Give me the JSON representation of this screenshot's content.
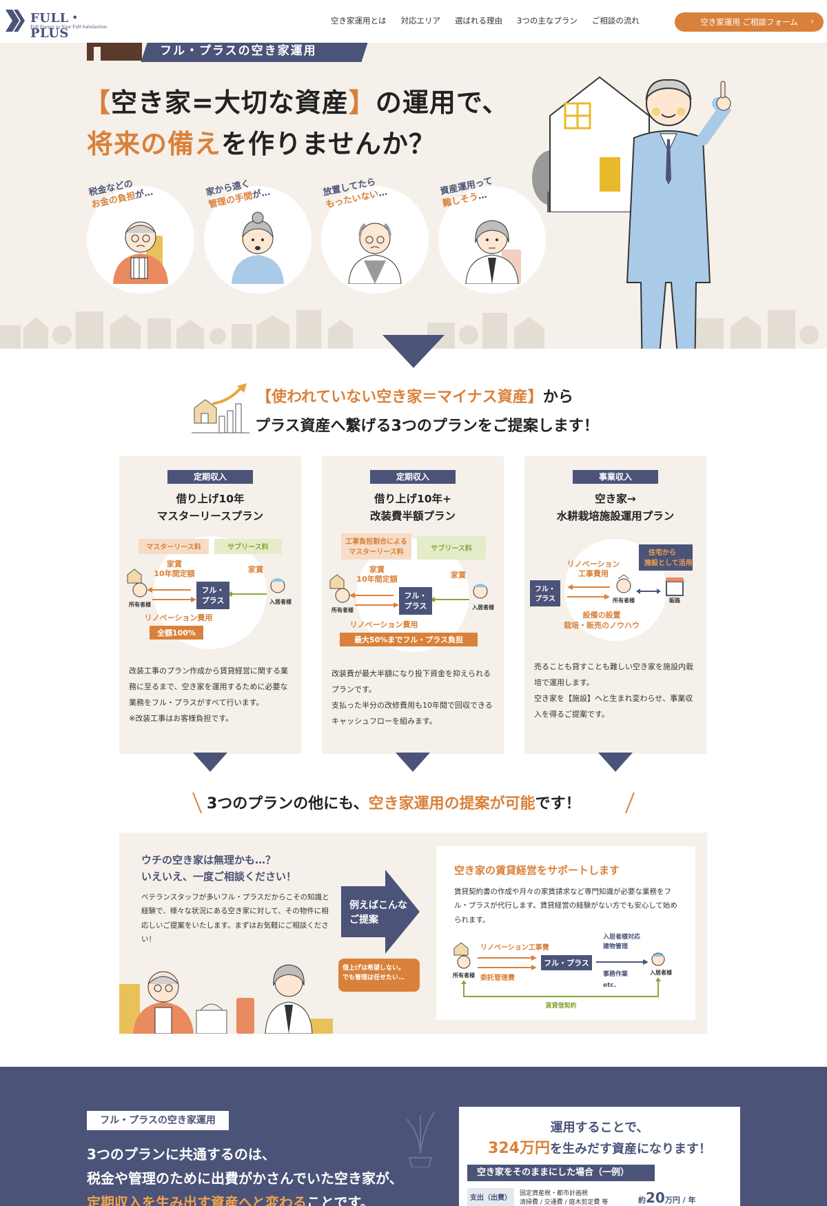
{
  "brand": {
    "name": "FULL・PLUS",
    "tagline": "Full Energy to Your Full Satisfaction"
  },
  "nav": {
    "items": [
      "空き家運用とは",
      "対応エリア",
      "選ばれる理由",
      "3つの主なプラン",
      "ご相談の流れ"
    ],
    "cta_label": "空き家運用 ご相談フォーム",
    "cta_chevron": "›"
  },
  "hero": {
    "ribbon": "フル・プラスの空き家運用",
    "line1_open": "【",
    "line1_highlight": "空き家=大切な資産",
    "line1_close": "】",
    "line1_rest": "の運用で、",
    "line2_highlight": "将来の備え",
    "line2_rest": "を作りませんか？",
    "worries": [
      {
        "pre": "税金などの",
        "hl": "お金の負担",
        "post": "が…"
      },
      {
        "pre": "家から遠く",
        "hl": "管理の手間",
        "post": "が…"
      },
      {
        "pre": "放置してたら",
        "hl": "もったいない",
        "post": "…"
      },
      {
        "pre": "資産運用って",
        "hl": "難しそう",
        "post": "…"
      }
    ]
  },
  "plans_intro": {
    "line1_hl": "【使われていない空き家＝マイナス資産】",
    "line1_rest": "から",
    "line2": "プラス資産へ繋げる3つのプランをご提案します！"
  },
  "plans": [
    {
      "badge": "定期収入",
      "title1": "借り上げ10年",
      "title2": "マスターリースプラン",
      "labels": [
        "マスターリース料",
        "サブリース料",
        "家賃",
        "10年間定額",
        "家賃",
        "フル・",
        "プラス",
        "所有者様",
        "入居者様",
        "リノベーション費用",
        "全額100%"
      ],
      "body": [
        "改装工事のプラン作成から賃貸経営に関する業務に至るまで、空き家を運用するために必要な業務をフル・プラスがすべて行います。",
        "※改装工事はお客様負担です。"
      ]
    },
    {
      "badge": "定期収入",
      "title1": "借り上げ10年+",
      "title2": "改装費半額プラン",
      "labels": [
        "工事負担割合による",
        "マスターリース料",
        "サブリース料",
        "家賃",
        "10年間定額",
        "家賃",
        "フル・",
        "プラス",
        "所有者様",
        "入居者様",
        "リノベーション費用",
        "最大50%までフル・プラス負担"
      ],
      "body": [
        "改装費が最大半額になり投下資金を抑えられるプランです。",
        "支払った半分の改修費用も10年間で回収できるキャッシュフローを組みます。"
      ]
    },
    {
      "badge": "事業収入",
      "title1": "空き家→",
      "title2": "水耕栽培施設運用プラン",
      "labels": [
        "住宅から",
        "施設として活用",
        "リノベーション",
        "工事費用",
        "フル・",
        "プラス",
        "所有者様",
        "販路",
        "設備の設置",
        "栽培・販売のノウハウ"
      ],
      "body": [
        "売ることも貸すことも難しい空き家を施設内栽培で運用します。",
        "空き家を【施設】へと生まれ変わらせ、事業収入を得るご提案です。"
      ]
    }
  ],
  "also": {
    "pre": "3つのプランの他にも、",
    "hl": "空き家運用の提案が可能",
    "post": "です！"
  },
  "consult": {
    "heading1": "ウチの空き家は無理かも…？",
    "heading2": "いえいえ、一度ご相談ください！",
    "body": "ベテランスタッフが多いフル・プラスだからこその知識と経験で、様々な状況にある空き家に対して、その物件に相応しいご提案をいたします。まずはお気軽にご相談ください！",
    "example1": "例えばこんな",
    "example2": "ご提案",
    "bubble1": "借上げは希望しない。",
    "bubble2": "でも管理は任せたい…",
    "support_heading": "空き家の賃貸経営をサポートします",
    "support_body": "賃貸契約書の作成や月々の家賃請求など専門知識が必要な業務をフル・プラスが代行します。賃貸経営の経験がない方でも安心して始められます。",
    "diagram": [
      "リノベーション工事費",
      "委託管理費",
      "フル・プラス",
      "入居者様対応",
      "建物管理",
      "事務作業",
      "etc.",
      "所有者様",
      "入居者様",
      "賃貸借契約"
    ]
  },
  "bottom": {
    "tag": "フル・プラスの空き家運用",
    "line1": "3つのプランに共通するのは、",
    "line2": "税金や管理のために出費がかさんでいた空き家が、",
    "line3_hl": "定期収入を生み出す資産へと変わる",
    "line3_rest": "ことです。",
    "result_line1": "運用することで、",
    "result_amount": "324万円",
    "result_rest": "を生みだす資産になります！",
    "example_bar": "空き家をそのままにした場合（一例）",
    "row_label": "支出（出費）",
    "row_items1": "固定資産税・都市計画税",
    "row_items2": "清掃費 / 交通費 / 庭木剪定費 等",
    "row_pre": "約",
    "row_big": "20",
    "row_post": "万円 / 年"
  },
  "colors": {
    "navy": "#4b5378",
    "orange": "#d9813a",
    "beige": "#f5f0e9"
  }
}
